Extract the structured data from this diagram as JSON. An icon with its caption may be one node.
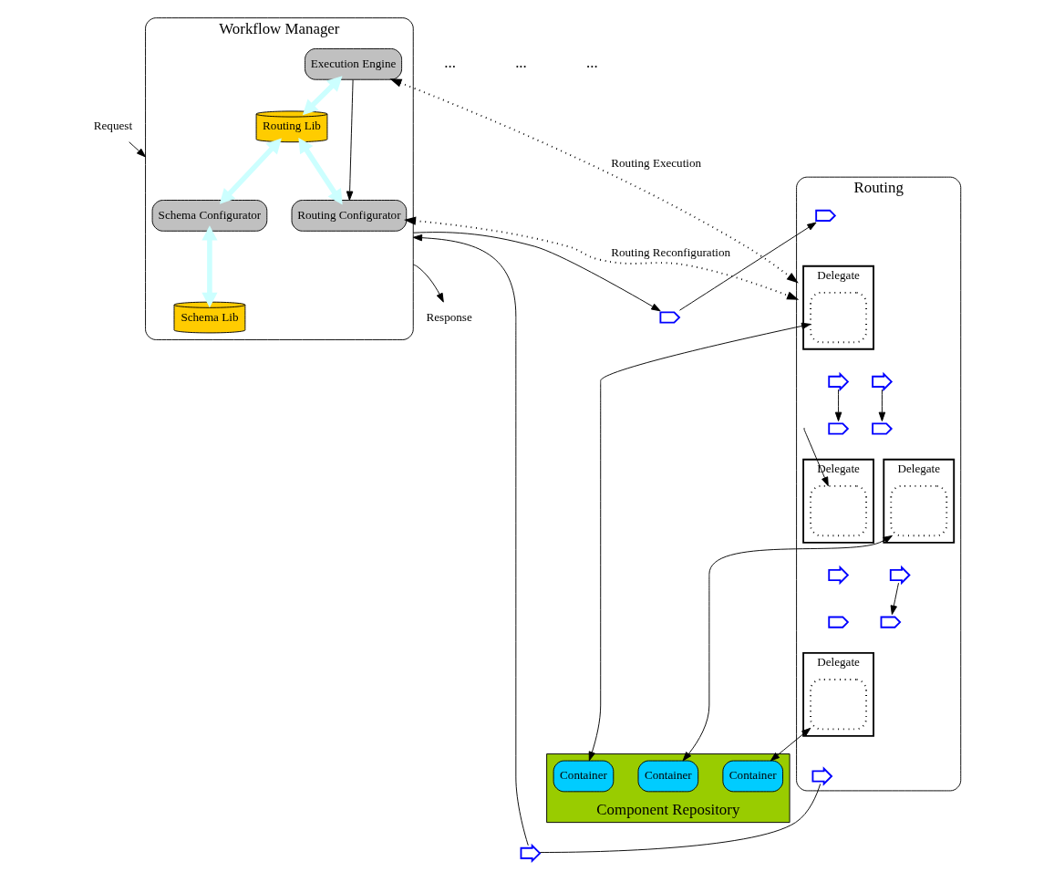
{
  "diagram": {
    "nodes": [
      {
        "text": [
          "Workflow Manager"
        ]
      },
      {
        "text": [
          "Schema Configurator"
        ],
        "in": 0
      },
      {
        "text": [
          "Routing Lib"
        ],
        "in": 0
      },
      {
        "text": [
          "Execution Engine"
        ],
        "in": 0
      },
      {
        "text": [
          "Schema Lib"
        ],
        "in": 0
      },
      {
        "text": [
          "Routing Configurator"
        ],
        "in": 0
      },
      {
        "text": [
          "Request"
        ]
      },
      {
        "text": [
          "Response"
        ]
      },
      {
        "text": [
          "Routing"
        ]
      },
      {
        "text": [
          "Delegate"
        ],
        "in": 8
      },
      {
        "text": [],
        "shape": "box",
        "in": 9
      },
      {
        "text": [
          "Delegate"
        ],
        "in": 8
      },
      {
        "text": [],
        "shape": "box",
        "in": 11
      },
      {
        "text": [
          "Delegate"
        ],
        "in": 8
      },
      {
        "text": [],
        "shape": "box",
        "in": 13
      },
      {
        "text": [
          "Delegate"
        ],
        "in": 8
      },
      {
        "text": [],
        "shape": "box",
        "in": 15
      },
      {
        "text": [
          "Component Repository"
        ]
      },
      {
        "text": [
          "Container"
        ],
        "in": 17
      },
      {
        "text": [
          "Container"
        ],
        "in": 17
      },
      {
        "text": [
          "Container"
        ],
        "in": 17
      },
      {
        "text": [],
        "shape": "chevron"
      },
      {
        "text": [],
        "shape": "chevron",
        "in": 8
      },
      {
        "text": [],
        "shape": "arrow",
        "in": 8
      },
      {
        "text": [],
        "shape": "arrow",
        "in": 8
      },
      {
        "text": [],
        "shape": "chevron",
        "in": 8
      },
      {
        "text": [],
        "shape": "arrow",
        "in": 8
      },
      {
        "text": [],
        "shape": "chevron",
        "in": 8
      },
      {
        "text": [],
        "shape": "arrow",
        "in": 8
      },
      {
        "text": [],
        "shape": "chevron",
        "in": 8
      },
      {
        "text": [],
        "shape": "chevron",
        "in": 8
      },
      {
        "text": [],
        "shape": "arrow",
        "in": 8
      },
      {
        "text": [],
        "shape": "arrow"
      }
    ],
    "edges": [
      {
        "from": 6,
        "to": 0,
        "arrow": "to"
      },
      {
        "from": 0,
        "to": 7,
        "arrow": "to"
      },
      {
        "from": 2,
        "to": 1,
        "arrow": "both",
        "style": "thick",
        "color": "#ccffff"
      },
      {
        "from": 3,
        "to": 2,
        "arrow": "both",
        "style": "thick",
        "color": "#ccffff"
      },
      {
        "from": 1,
        "to": 4,
        "arrow": "both",
        "style": "thick",
        "color": "#ccffff"
      },
      {
        "from": 2,
        "to": 5,
        "arrow": "both",
        "style": "thick",
        "color": "#ccffff"
      },
      {
        "from": 3,
        "to": 5,
        "arrow": "to"
      },
      {
        "from": 3,
        "to": 8,
        "arrow": "both",
        "style": "dashed",
        "label": "Routing Execution"
      },
      {
        "from": 5,
        "to": 8,
        "arrow": "both",
        "style": "dashed",
        "label": "Routing Reconfiguration"
      },
      {
        "from": 0,
        "to": 21,
        "arrow": "to"
      },
      {
        "from": 32,
        "to": 0,
        "arrow": "to"
      },
      {
        "from": 21,
        "to": 22,
        "arrow": "to"
      },
      {
        "from": 23,
        "to": 25,
        "arrow": "to"
      },
      {
        "from": 24,
        "to": 27,
        "arrow": "to"
      },
      {
        "from": 28,
        "to": 30,
        "arrow": "to"
      },
      {
        "from": 31,
        "to": 32,
        "arrow": "none"
      },
      {
        "from": null,
        "to": 12,
        "arrow": "to"
      },
      {
        "from": 10,
        "to": 18,
        "arrow": "both"
      },
      {
        "from": 14,
        "to": 19,
        "arrow": "both"
      },
      {
        "from": 16,
        "to": 20,
        "arrow": "both"
      }
    ],
    "labels": [
      "...",
      "...",
      "..."
    ]
  }
}
